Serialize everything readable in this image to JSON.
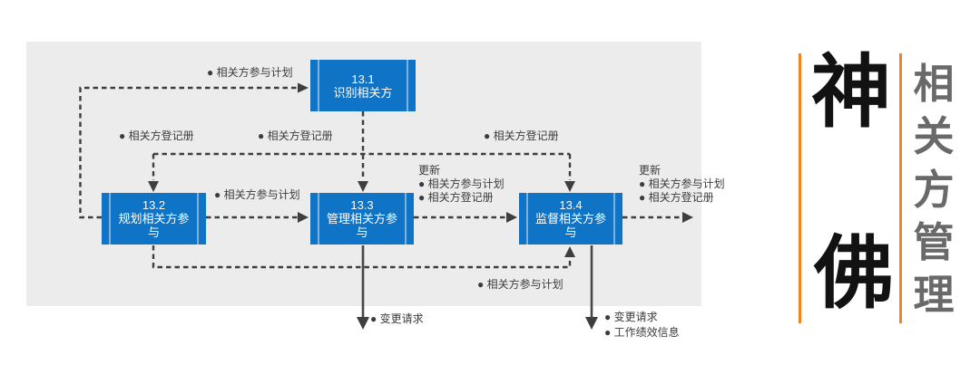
{
  "diagram": {
    "processes": [
      {
        "code": "13.1",
        "name": "识别相关方"
      },
      {
        "code": "13.2",
        "name": "规划相关方参与"
      },
      {
        "code": "13.3",
        "name": "管理相关方参与"
      },
      {
        "code": "13.4",
        "name": "监督相关方参与"
      }
    ],
    "labels": {
      "plan_top": "● 相关方参与计划",
      "register_left": "● 相关方登记册",
      "register_mid": "● 相关方登记册",
      "register_right": "● 相关方登记册",
      "plan_mid": "● 相关方参与计划",
      "plan_bottom": "● 相关方参与计划",
      "update_133": {
        "title": "更新",
        "item1": "● 相关方参与计划",
        "item2": "● 相关方登记册"
      },
      "update_134": {
        "title": "更新",
        "item1": "● 相关方参与计划",
        "item2": "● 相关方登记册"
      },
      "change_request_133": "● 变更请求",
      "outputs_134": {
        "item1": "● 变更请求",
        "item2": "● 工作绩效信息"
      }
    },
    "colors": {
      "process_box": "#0f73c6",
      "panel_background": "#ececec",
      "connector": "#3e3e3e"
    }
  },
  "sidebar": {
    "brand_top": "神",
    "brand_bottom": "佛",
    "title_chars": [
      "相",
      "关",
      "方",
      "管",
      "理"
    ],
    "accent_color": "#f5821f"
  }
}
